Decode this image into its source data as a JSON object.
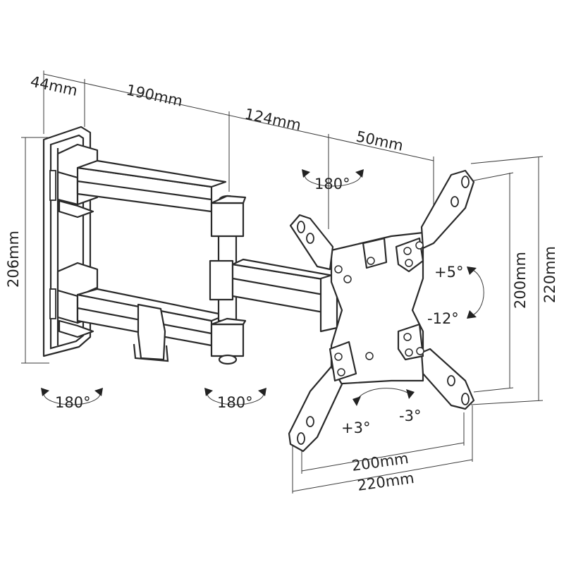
{
  "dimensions": {
    "depth_wall": "44mm",
    "arm_1": "190mm",
    "arm_2": "124mm",
    "arm_3": "50mm",
    "wall_plate_height": "206mm",
    "vesa_v_inner": "200mm",
    "vesa_v_outer": "220mm",
    "vesa_h_inner": "200mm",
    "vesa_h_outer": "220mm"
  },
  "rotations": {
    "swivel_head": "180°",
    "swivel_wall": "180°",
    "swivel_middle": "180°",
    "tilt_up": "+5°",
    "tilt_down": "-12°",
    "rotate_cw": "+3°",
    "rotate_ccw": "-3°"
  }
}
